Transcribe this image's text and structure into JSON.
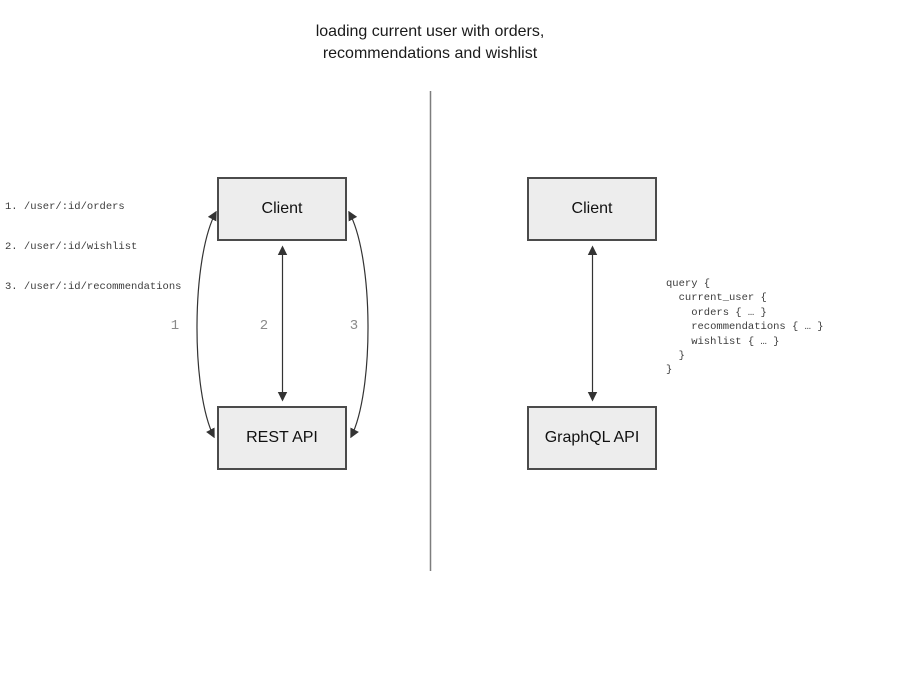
{
  "title": "loading current user with orders,\nrecommendations and wishlist",
  "rest_side": {
    "client_label": "Client",
    "api_label": "REST API",
    "endpoints": [
      "1. /user/:id/orders",
      "2. /user/:id/wishlist",
      "3. /user/:id/recommendations"
    ],
    "call_labels": [
      "1",
      "2",
      "3"
    ]
  },
  "graphql_side": {
    "client_label": "Client",
    "api_label": "GraphQL API",
    "query": "query {\n  current_user {\n    orders { … }\n    recommendations { … }\n    wishlist { … }\n  }\n}"
  },
  "colors": {
    "box_fill": "#ededed",
    "box_border": "#4b4b4b",
    "connector": "#333333",
    "divider": "#7d7d7d",
    "call_label_text": "#8a8a8a",
    "code_text": "#3c3c3c",
    "title_text": "#1a1a1a"
  }
}
